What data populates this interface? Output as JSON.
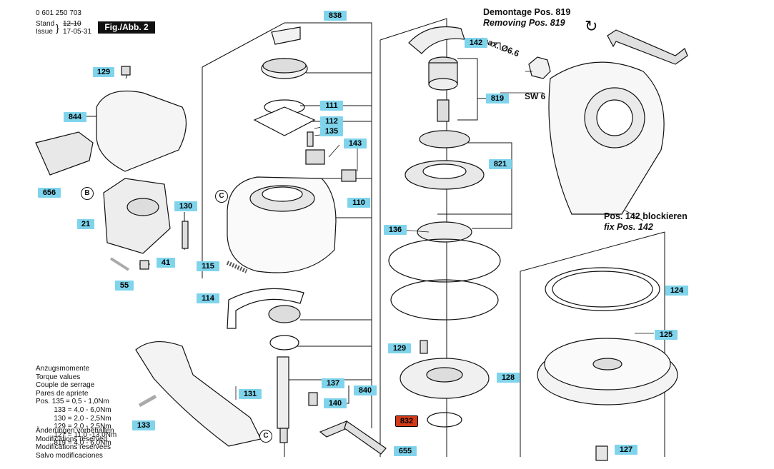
{
  "header": {
    "doc_number": "0 601 250 703",
    "stand_label": "Stand",
    "issue_label": "Issue",
    "stand_value": "12-10",
    "issue_value": "17-05-31",
    "figure_label": "Fig./Abb. 2"
  },
  "torque": {
    "titles": [
      "Anzugsmomente",
      "Torque values",
      "Couple de serrage",
      "Pares de apriete"
    ],
    "rows": [
      {
        "pos": "Pos. 135",
        "value": "= 0,5 - 1,0Nm"
      },
      {
        "pos": "133",
        "value": "= 4,0 - 6,0Nm"
      },
      {
        "pos": "130",
        "value": "= 2,0 - 2,5Nm"
      },
      {
        "pos": "129",
        "value": "= 2,0 - 2,5Nm"
      },
      {
        "pos": "127",
        "value": "= 11,0 -13,0Nm"
      },
      {
        "pos": "819",
        "value": "= 4,0 - 6,0Nm"
      }
    ]
  },
  "modifications": [
    "Änderungen vorbehalten",
    "Modifications reserved",
    "Modifications reservees",
    "Salvo modificaciones"
  ],
  "detail": {
    "title_de": "Demontage Pos. 819",
    "title_en": "Removing Pos. 819",
    "max_label": "max. Ø6.6",
    "sw_label": "SW 6",
    "block_de": "Pos. 142 blockieren",
    "block_en": "fix Pos. 142"
  },
  "part_labels": {
    "p838": "838",
    "p129a": "129",
    "p844": "844",
    "p656": "656",
    "p130": "130",
    "p21": "21",
    "p41": "41",
    "p55": "55",
    "p111": "111",
    "p112": "112",
    "p135": "135",
    "p143": "143",
    "p110": "110",
    "p115": "115",
    "p114": "114",
    "p131": "131",
    "p133": "133",
    "p137": "137",
    "p840": "840",
    "p140": "140",
    "p655": "655",
    "p142": "142",
    "p819": "819",
    "p821": "821",
    "p136": "136",
    "p129b": "129",
    "p128": "128",
    "p832": "832",
    "p124": "124",
    "p125": "125",
    "p127": "127"
  },
  "reference_marks": {
    "b": "B",
    "c1": "C",
    "c2": "C"
  },
  "colors": {
    "label_bg": "#7fd4ec",
    "label_highlight": "#d43a1a",
    "line": "#111111"
  }
}
